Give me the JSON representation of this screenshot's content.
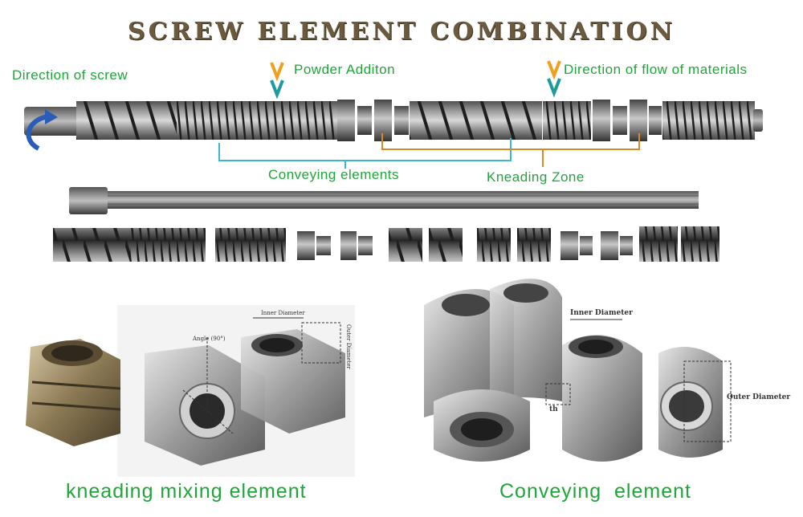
{
  "title": "SCREW ELEMENT COMBINATION",
  "labels": {
    "direction_of_screw": "Direction of screw",
    "powder_addition": "Powder Additon",
    "direction_of_flow": "Direction of flow of materials",
    "conveying_elements": "Conveying elements",
    "kneading_zone": "Kneading Zone"
  },
  "bottom_captions": {
    "kneading": "kneading mixing element",
    "conveying": "Conveying  element"
  },
  "diagram_annotations": {
    "inner_diameter_left": "Inner Diameter",
    "outer_diameter_left": "Outer Diameter",
    "angle": "Angle (90°)",
    "inner_diameter_right": "Inner Diameter",
    "outer_diameter_right": "Outer Diameter",
    "partial_text": "th"
  },
  "colors": {
    "title": "#6b5a3e",
    "label_green": "#1fa53a",
    "conveying_bracket": "#3bb7d0",
    "kneading_bracket": "#d88a1f",
    "arrow_orange": "#f0a020",
    "arrow_teal": "#1f9a9a",
    "rotation_arrow": "#2b5db8"
  }
}
